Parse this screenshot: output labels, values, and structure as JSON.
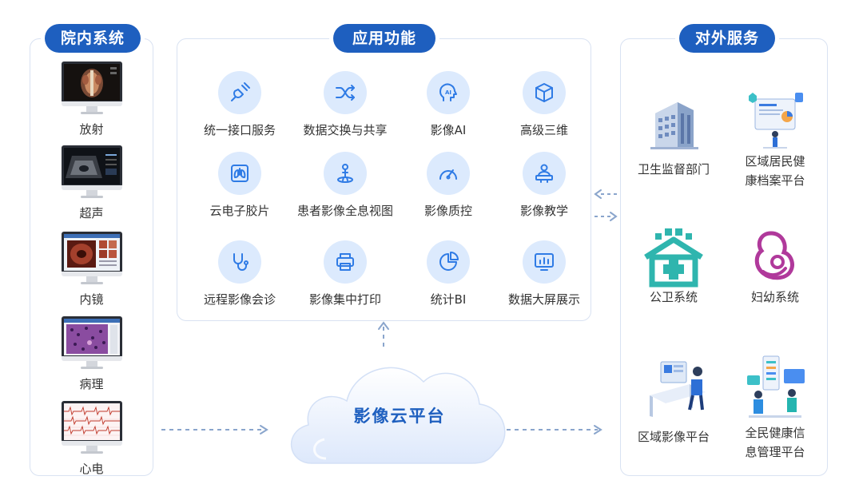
{
  "colors": {
    "accent": "#1e5fbf",
    "icon_bg": "#dceafd",
    "icon_stroke": "#2f7be5",
    "border": "#d9e2f2",
    "arrow": "#8aa5cc"
  },
  "left": {
    "title": "院内系统",
    "items": [
      {
        "label": "放射",
        "icon": "radiology-monitor-icon"
      },
      {
        "label": "超声",
        "icon": "ultrasound-monitor-icon"
      },
      {
        "label": "内镜",
        "icon": "endoscopy-monitor-icon"
      },
      {
        "label": "病理",
        "icon": "pathology-monitor-icon"
      },
      {
        "label": "心电",
        "icon": "ecg-monitor-icon"
      }
    ]
  },
  "middle": {
    "title": "应用功能",
    "items": [
      {
        "label": "统一接口服务",
        "icon": "plug-icon"
      },
      {
        "label": "数据交换与共享",
        "icon": "shuffle-icon"
      },
      {
        "label": "影像AI",
        "icon": "ai-head-icon"
      },
      {
        "label": "高级三维",
        "icon": "cube-icon"
      },
      {
        "label": "云电子胶片",
        "icon": "film-lungs-icon"
      },
      {
        "label": "患者影像全息视图",
        "icon": "person-scan-icon"
      },
      {
        "label": "影像质控",
        "icon": "gauge-icon"
      },
      {
        "label": "影像教学",
        "icon": "teacher-icon"
      },
      {
        "label": "远程影像会诊",
        "icon": "stethoscope-icon"
      },
      {
        "label": "影像集中打印",
        "icon": "printer-icon"
      },
      {
        "label": "统计BI",
        "icon": "pie-chart-icon"
      },
      {
        "label": "数据大屏展示",
        "icon": "dashboard-screen-icon"
      }
    ]
  },
  "right": {
    "title": "对外服务",
    "items": [
      {
        "label_lines": [
          "卫生监督部门"
        ],
        "icon": "government-building-icon"
      },
      {
        "label_lines": [
          "区域居民健",
          "康档案平台"
        ],
        "icon": "health-records-icon"
      },
      {
        "label_lines": [
          "公卫系统"
        ],
        "icon": "public-health-house-icon"
      },
      {
        "label_lines": [
          "妇幼系统"
        ],
        "icon": "mother-child-icon"
      },
      {
        "label_lines": [
          "区域影像平台"
        ],
        "icon": "regional-imaging-desk-icon"
      },
      {
        "label_lines": [
          "全民健康信",
          "息管理平台"
        ],
        "icon": "health-info-platform-icon"
      }
    ]
  },
  "center": {
    "label": "影像云平台",
    "icon": "cloud-icon"
  }
}
